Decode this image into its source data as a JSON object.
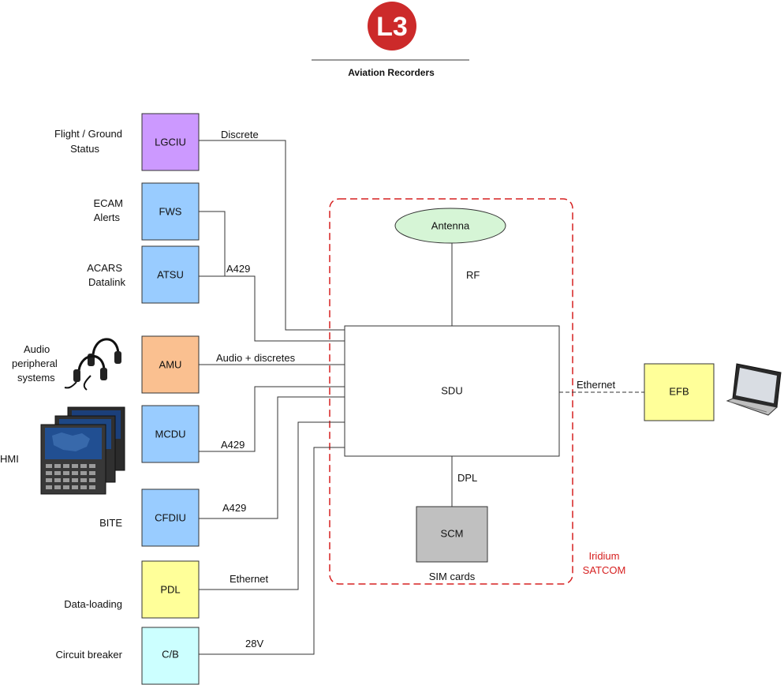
{
  "header": {
    "logo_text": "L3",
    "subtitle": "Aviation Recorders"
  },
  "colors": {
    "purple": "#cc99ff",
    "blue": "#99ccff",
    "orange": "#fac090",
    "yellow": "#ffff99",
    "cyan": "#ccffff",
    "gray": "#c0c0c0",
    "green": "#d6f5d6",
    "red": "#d62020",
    "logo_red": "#cc2a2a"
  },
  "boxes": {
    "lgciu": "LGCIU",
    "fws": "FWS",
    "atsu": "ATSU",
    "amu": "AMU",
    "mcdu": "MCDU",
    "cfdiu": "CFDIU",
    "pdl": "PDL",
    "cb": "C/B",
    "sdu": "SDU",
    "scm": "SCM",
    "efb": "EFB",
    "antenna": "Antenna"
  },
  "side_labels": {
    "flight_ground_1": "Flight / Ground",
    "flight_ground_2": "Status",
    "ecam_1": "ECAM",
    "ecam_2": "Alerts",
    "acars_1": "ACARS",
    "acars_2": "Datalink",
    "audio_1": "Audio",
    "audio_2": "peripheral",
    "audio_3": "systems",
    "hmi": "HMI",
    "bite": "BITE",
    "data_loading": "Data-loading",
    "circuit_breaker": "Circuit breaker"
  },
  "connections": {
    "discrete": "Discrete",
    "a429_atsu": "A429",
    "audio": "Audio + discretes",
    "a429_mcdu": "A429",
    "a429_cfdiu": "A429",
    "ethernet_pdl": "Ethernet",
    "v28": "28V",
    "rf": "RF",
    "dpl": "DPL",
    "ethernet_efb": "Ethernet"
  },
  "annotations": {
    "sim_cards": "SIM cards",
    "iridium_1": "Iridium",
    "iridium_2": "SATCOM"
  },
  "icons": [
    "l3-logo-icon",
    "headset-icon",
    "mcdu-display-icon",
    "laptop-icon"
  ]
}
